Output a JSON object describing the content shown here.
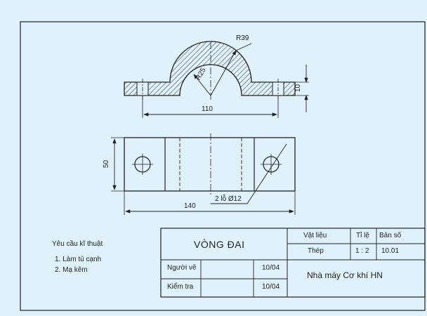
{
  "drawing": {
    "dim_radius_outer": "R39",
    "dim_radius_inner": "R25",
    "dim_thickness": "10",
    "dim_front_width": "110",
    "dim_height": "50",
    "dim_top_width": "140",
    "dim_holes": "2 lỗ Ø12"
  },
  "notes": {
    "title": "Yêu cầu kĩ thuật",
    "items": [
      "1. Làm tù cạnh",
      "2. Mạ kẽm"
    ]
  },
  "title_block": {
    "part_name": "VÒNG ĐAI",
    "material_label": "Vật liệu",
    "material_value": "Thép",
    "scale_label": "Tỉ lệ",
    "scale_value": "1 : 2",
    "drawing_no_label": "Bản số",
    "drawing_no_value": "10.01",
    "drawn_by_label": "Người vẽ",
    "drawn_date": "10/04",
    "checked_by_label": "Kiểm tra",
    "checked_date": "10/04",
    "company": "Nhà máy Cơ khí HN"
  }
}
